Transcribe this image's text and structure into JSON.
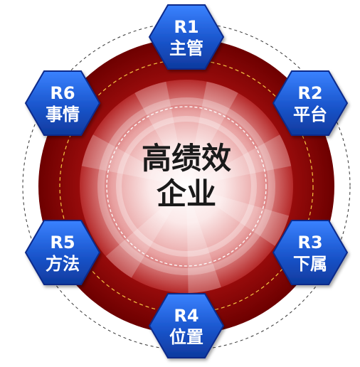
{
  "center": {
    "line1": "高绩效",
    "line2": "企业"
  },
  "nodes": [
    {
      "code": "R1",
      "label": "主管"
    },
    {
      "code": "R2",
      "label": "平台"
    },
    {
      "code": "R3",
      "label": "下属"
    },
    {
      "code": "R4",
      "label": "位置"
    },
    {
      "code": "R5",
      "label": "方法"
    },
    {
      "code": "R6",
      "label": "事情"
    }
  ],
  "colors": {
    "outer_ring": "#8b0000",
    "hexagon_fill": "#1f5fd6",
    "hexagon_stroke": "#0b2a8a",
    "center_text": "#1a1a1a",
    "hexagon_text": "#ffffff",
    "dashed_inner": "#f5c542",
    "dashed_outer": "#333333"
  }
}
